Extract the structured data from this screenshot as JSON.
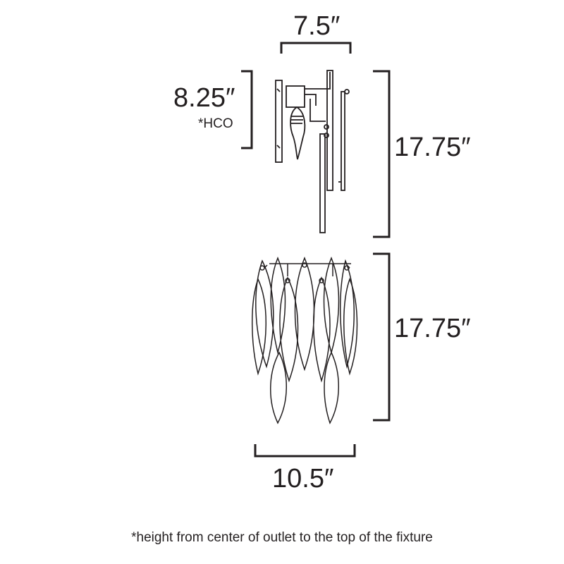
{
  "dimensions": {
    "top_width": "7.5″",
    "hco_height": "8.25″",
    "hco_note": "*HCO",
    "side_height": "17.75″",
    "front_height": "17.75″",
    "bottom_width": "10.5″"
  },
  "footnote": "*height from center of outlet to the top of the fixture",
  "colors": {
    "line": "#231f20",
    "background": "#ffffff"
  }
}
